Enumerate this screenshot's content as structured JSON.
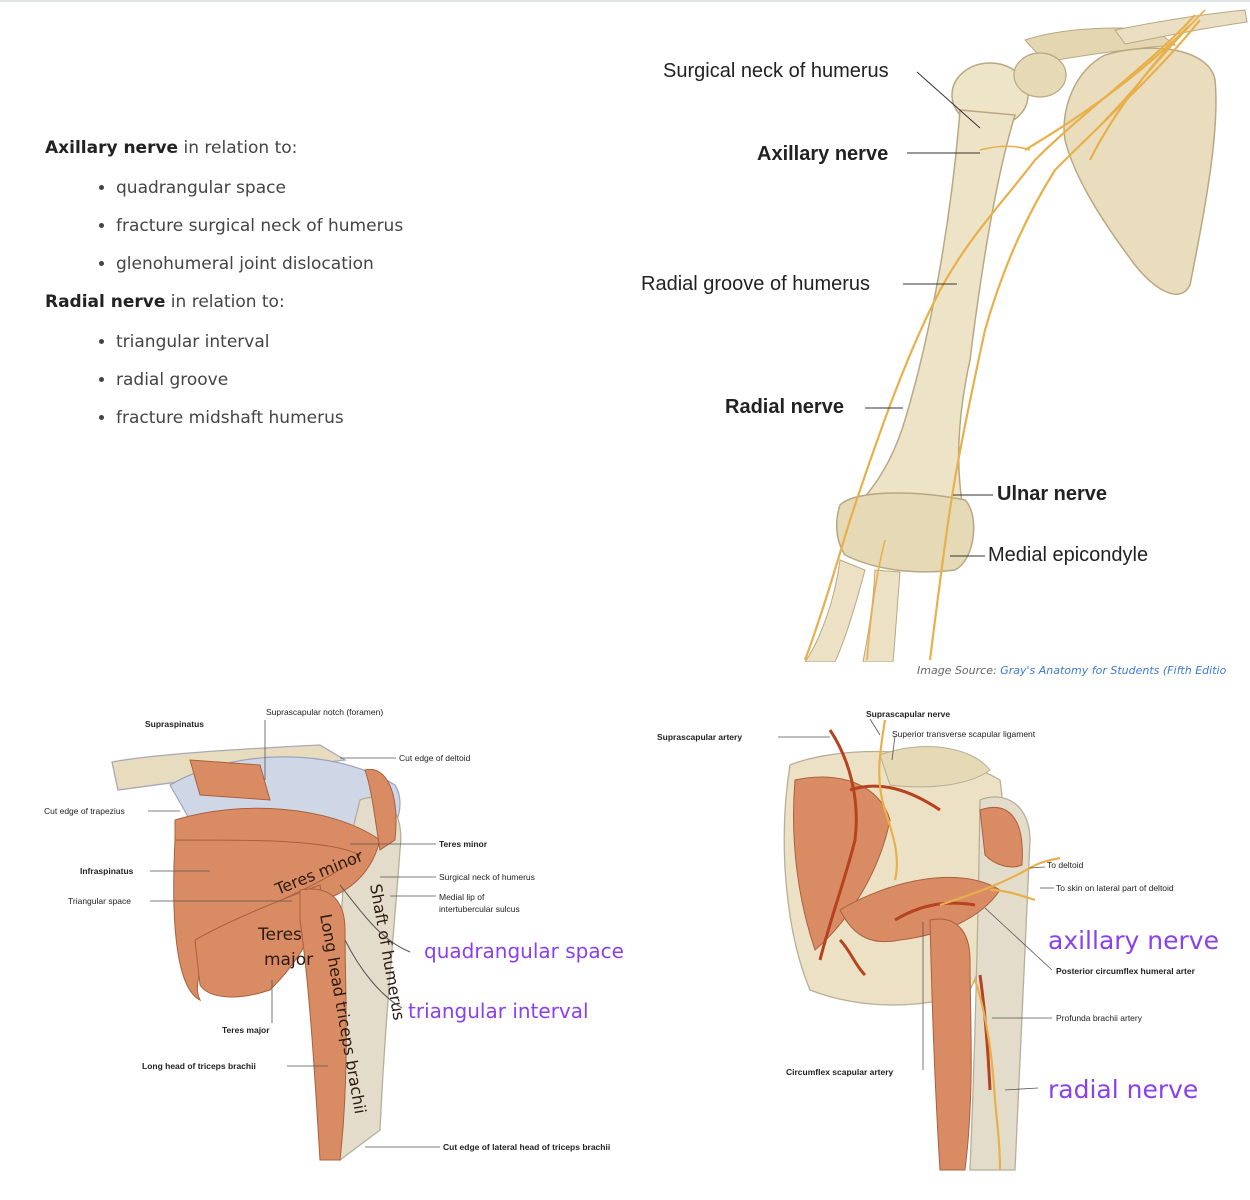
{
  "notes": {
    "axillary_head_bold": "Axillary nerve",
    "axillary_head_rest": " in relation to:",
    "axillary_items": [
      "quadrangular space",
      "fracture surgical neck of humerus",
      "glenohumeral joint dislocation"
    ],
    "radial_head_bold": "Radial nerve",
    "radial_head_rest": " in relation to:",
    "radial_items": [
      "triangular interval",
      "radial groove",
      "fracture midshaft humerus"
    ]
  },
  "arm_figure": {
    "labels": {
      "surgical_neck": "Surgical neck of humerus",
      "axillary_nerve": "Axillary nerve",
      "radial_groove": "Radial groove of humerus",
      "radial_nerve": "Radial nerve",
      "ulnar_nerve": "Ulnar nerve",
      "medial_epicondyle": "Medial epicondyle"
    }
  },
  "credit": {
    "prefix": "Image Source:",
    "source": "Gray's Anatomy for Students (Fifth Editio"
  },
  "posterior_figure": {
    "labels": {
      "supraspinatus": "Supraspinatus",
      "suprascapular_notch": "Suprascapular notch (foramen)",
      "cut_edge_deltoid": "Cut edge of deltoid",
      "cut_edge_trapezius": "Cut edge of trapezius",
      "teres_minor": "Teres minor",
      "infraspinatus": "Infraspinatus",
      "surgical_neck": "Surgical neck of humerus",
      "triangular_space": "Triangular space",
      "medial_lip_1": "Medial lip of",
      "medial_lip_2": "intertubercular sulcus",
      "teres_major": "Teres major",
      "long_head_triceps": "Long head of triceps brachii",
      "cut_edge_lateral_head": "Cut edge of lateral head of triceps brachii"
    },
    "handwritten": {
      "teres_minor": "Teres minor",
      "teres": "Teres",
      "major": "major",
      "long_head": "Long head triceps brachii",
      "shaft": "Shaft of humerus"
    },
    "annotations": {
      "quadrangular_space": "quadrangular space",
      "triangular_interval": "triangular interval"
    }
  },
  "artery_figure": {
    "labels": {
      "suprascapular_nerve": "Suprascapular nerve",
      "suprascapular_artery": "Suprascapular artery",
      "superior_transverse": "Superior transverse scapular ligament",
      "to_deltoid": "To deltoid",
      "to_skin": "To skin on lateral part of deltoid",
      "posterior_circumflex": "Posterior circumflex humeral arter",
      "profunda": "Profunda brachii artery",
      "circumflex_scapular": "Circumflex scapular artery"
    },
    "annotations": {
      "axillary_nerve": "axillary nerve",
      "radial_nerve": "radial nerve"
    }
  },
  "colors": {
    "bone": "#ece1c4",
    "nerve": "#e8b04a",
    "muscle": "#d98c63",
    "annotation_purple": "#8a3ff0",
    "link_blue": "#3b7bd4"
  }
}
